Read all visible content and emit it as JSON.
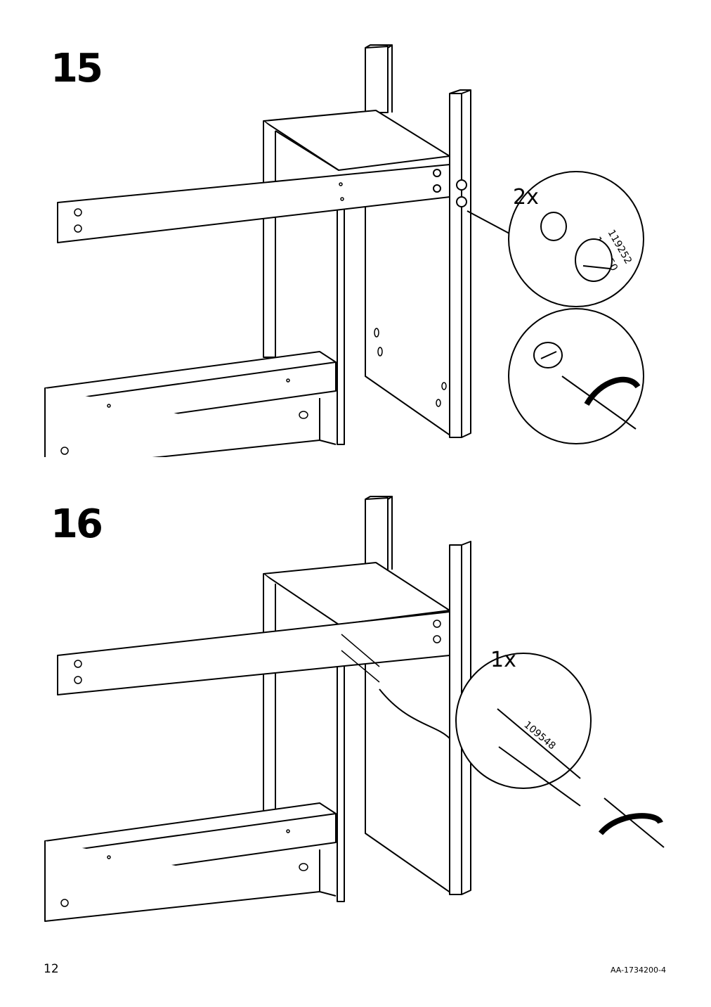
{
  "steps": [
    {
      "number": "15",
      "callouts": [
        {
          "quantity": "2x",
          "part_numbers": [
            "119252",
            "119250"
          ]
        }
      ]
    },
    {
      "number": "16",
      "callouts": [
        {
          "quantity": "1x",
          "part_numbers": [
            "109548"
          ]
        }
      ]
    }
  ],
  "footer": {
    "page_number": "12",
    "document_code": "AA-1734200-4"
  }
}
